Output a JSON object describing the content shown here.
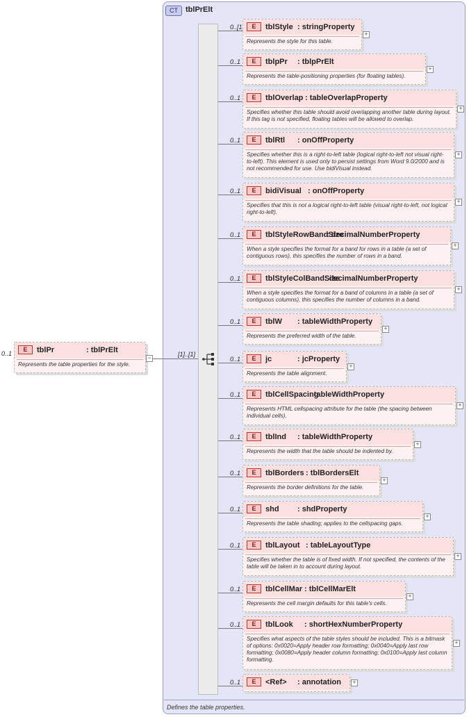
{
  "complex_type": {
    "badge": "CT",
    "name": "tblPrElt",
    "description": "Defines the table properties."
  },
  "root": {
    "badge": "E",
    "name": "tblPr",
    "type": ": tblPrElt",
    "cardinality": "0..1",
    "description": "Represents the table properties for the style.",
    "seq_cardinality": "[1]..[1]"
  },
  "elements": [
    {
      "card": "0..[1]",
      "name": "tblStyle",
      "type": ": stringProperty",
      "desc": "Represents the style for this table."
    },
    {
      "card": "0..1",
      "name": "tblpPr",
      "type": ": tblpPrElt",
      "desc": "Represents the table-positioning properties (for floating tables)."
    },
    {
      "card": "0..1",
      "name": "tblOverlap",
      "type": ": tableOverlapProperty",
      "desc": "Specifies whether this table should avoid overlapping another table during layout. If this tag is not specified, floating tables will be allowed to overlap."
    },
    {
      "card": "0..1",
      "name": "tblRtl",
      "type": ": onOffProperty",
      "desc": "Specifies whether this is a right-to-left table (logical right-to-left not visual right-to-left). This element is used only to persist settings from Word 9.0/2000 and is not recommended for use. Use bidiVisual instead."
    },
    {
      "card": "0..1",
      "name": "bidiVisual",
      "type": ": onOffProperty",
      "desc": "Specifies that this is not a logical right-to-left table (visual right-to-left, not logical right-to-left)."
    },
    {
      "card": "0..1",
      "name": "tblStyleRowBandSize",
      "type": ": decimalNumberProperty",
      "desc": "When a style specifies the format for a band for rows in a table (a set of contiguous rows), this specifies the number of rows in a band."
    },
    {
      "card": "0..1",
      "name": "tblStyleColBandSize",
      "type": ": decimalNumberProperty",
      "desc": "When a style specifies the format for a band of columns in a table (a set of contiguous columns), this specifies the number of columns in a band."
    },
    {
      "card": "0..1",
      "name": "tblW",
      "type": ": tableWidthProperty",
      "desc": "Represents the preferred width of the table."
    },
    {
      "card": "0..1",
      "name": "jc",
      "type": ": jcProperty",
      "desc": "Represents the table alignment."
    },
    {
      "card": "0..1",
      "name": "tblCellSpacing",
      "type": ": tableWidthProperty",
      "desc": "Represents HTML cellspacing attribute for the table (the spacing between individual cells)."
    },
    {
      "card": "0..1",
      "name": "tblInd",
      "type": ": tableWidthProperty",
      "desc": "Represents the width that the table should be indented by."
    },
    {
      "card": "0..1",
      "name": "tblBorders",
      "type": ": tblBordersElt",
      "desc": "Represents the border definitions for the table."
    },
    {
      "card": "0..1",
      "name": "shd",
      "type": ": shdProperty",
      "desc": "Represents the table shading; applies to the cellspacing gaps."
    },
    {
      "card": "0..1",
      "name": "tblLayout",
      "type": ": tableLayoutType",
      "desc": "Specifies whether the table is of fixed width. If not specified, the contents of the table will be taken in to account during layout."
    },
    {
      "card": "0..1",
      "name": "tblCellMar",
      "type": ": tblCellMarElt",
      "desc": "Represents the cell margin defaults for this table's cells."
    },
    {
      "card": "0..1",
      "name": "tblLook",
      "type": ": shortHexNumberProperty",
      "desc": "Specifies what aspects of the table styles should be included. This is a bitmask of options: 0x0020=Apply header row formatting; 0x0040=Apply last row formatting; 0x0080=Apply header column formatting; 0x0100=Apply last column formatting."
    },
    {
      "card": "0..1",
      "name": "<Ref>",
      "type": ": annotation",
      "desc": ""
    }
  ]
}
